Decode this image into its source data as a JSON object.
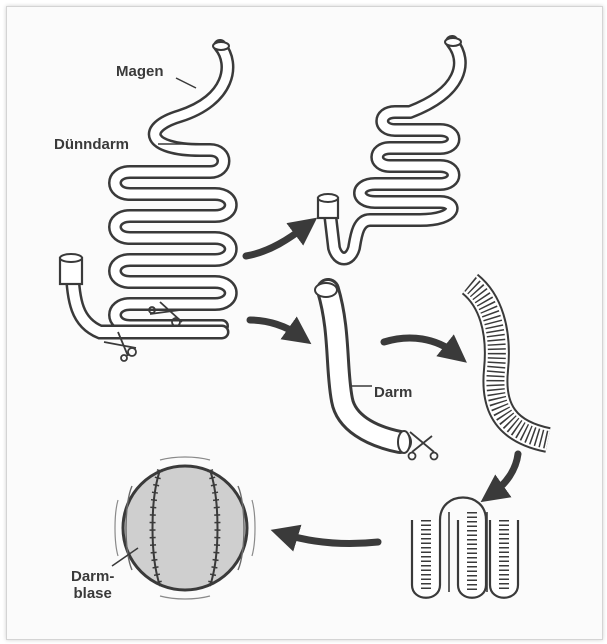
{
  "labels": {
    "magen": "Magen",
    "duenndarm": "Dünndarm",
    "darm": "Darm",
    "darmblase_line1": "Darm-",
    "darmblase_line2": "blase"
  },
  "colors": {
    "ink": "#3a3a3a",
    "tube_fill": "#ffffff",
    "bladder_fill": "#cfcfcf",
    "frame_bg": "#fbfbfb"
  }
}
